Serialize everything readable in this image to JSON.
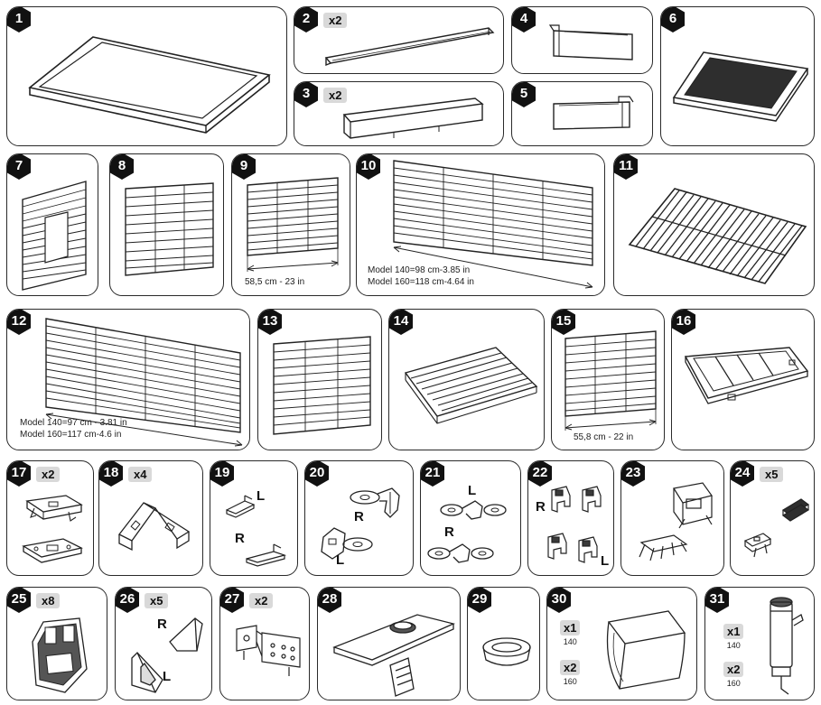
{
  "parts": [
    {
      "id": "p1",
      "number": "1",
      "qty": ""
    },
    {
      "id": "p2",
      "number": "2",
      "qty": "x2"
    },
    {
      "id": "p3",
      "number": "3",
      "qty": "x2"
    },
    {
      "id": "p4",
      "number": "4",
      "qty": ""
    },
    {
      "id": "p5",
      "number": "5",
      "qty": ""
    },
    {
      "id": "p6",
      "number": "6",
      "qty": ""
    },
    {
      "id": "p7",
      "number": "7",
      "qty": ""
    },
    {
      "id": "p8",
      "number": "8",
      "qty": ""
    },
    {
      "id": "p9",
      "number": "9",
      "qty": "",
      "dimension": "58,5 cm - 23 in"
    },
    {
      "id": "p10",
      "number": "10",
      "qty": "",
      "dimension_lines": [
        "Model 140=98 cm-3.85 in",
        "Model 160=118 cm-4.64 in"
      ]
    },
    {
      "id": "p11",
      "number": "11",
      "qty": ""
    },
    {
      "id": "p12",
      "number": "12",
      "qty": "",
      "dimension_lines": [
        "Model 140=97 cm - 3.81 in",
        "Model 160=117 cm-4.6 in"
      ]
    },
    {
      "id": "p13",
      "number": "13",
      "qty": ""
    },
    {
      "id": "p14",
      "number": "14",
      "qty": ""
    },
    {
      "id": "p15",
      "number": "15",
      "qty": "",
      "dimension": "55,8 cm - 22 in"
    },
    {
      "id": "p16",
      "number": "16",
      "qty": ""
    },
    {
      "id": "p17",
      "number": "17",
      "qty": "x2"
    },
    {
      "id": "p18",
      "number": "18",
      "qty": "x4"
    },
    {
      "id": "p19",
      "number": "19",
      "qty": "",
      "side_labels": [
        "L",
        "R"
      ]
    },
    {
      "id": "p20",
      "number": "20",
      "qty": "",
      "side_labels": [
        "R",
        "L"
      ]
    },
    {
      "id": "p21",
      "number": "21",
      "qty": "",
      "side_labels": [
        "L",
        "R"
      ]
    },
    {
      "id": "p22",
      "number": "22",
      "qty": "",
      "side_labels": [
        "R",
        "L"
      ]
    },
    {
      "id": "p23",
      "number": "23",
      "qty": ""
    },
    {
      "id": "p24",
      "number": "24",
      "qty": "x5"
    },
    {
      "id": "p25",
      "number": "25",
      "qty": "x8"
    },
    {
      "id": "p26",
      "number": "26",
      "qty": "x5",
      "side_labels": [
        "R",
        "L"
      ]
    },
    {
      "id": "p27",
      "number": "27",
      "qty": "x2"
    },
    {
      "id": "p28",
      "number": "28",
      "qty": ""
    },
    {
      "id": "p29",
      "number": "29",
      "qty": ""
    },
    {
      "id": "p30",
      "number": "30",
      "qty": "",
      "variants": [
        {
          "qty": "x1",
          "model": "140"
        },
        {
          "qty": "x2",
          "model": "160"
        }
      ]
    },
    {
      "id": "p31",
      "number": "31",
      "qty": "",
      "variants": [
        {
          "qty": "x1",
          "model": "140"
        },
        {
          "qty": "x2",
          "model": "160"
        }
      ]
    }
  ],
  "colors": {
    "line": "#222222",
    "badge": "#111111",
    "qty_bg": "#d9d9d9",
    "dark_fill": "#3a3a3a"
  }
}
